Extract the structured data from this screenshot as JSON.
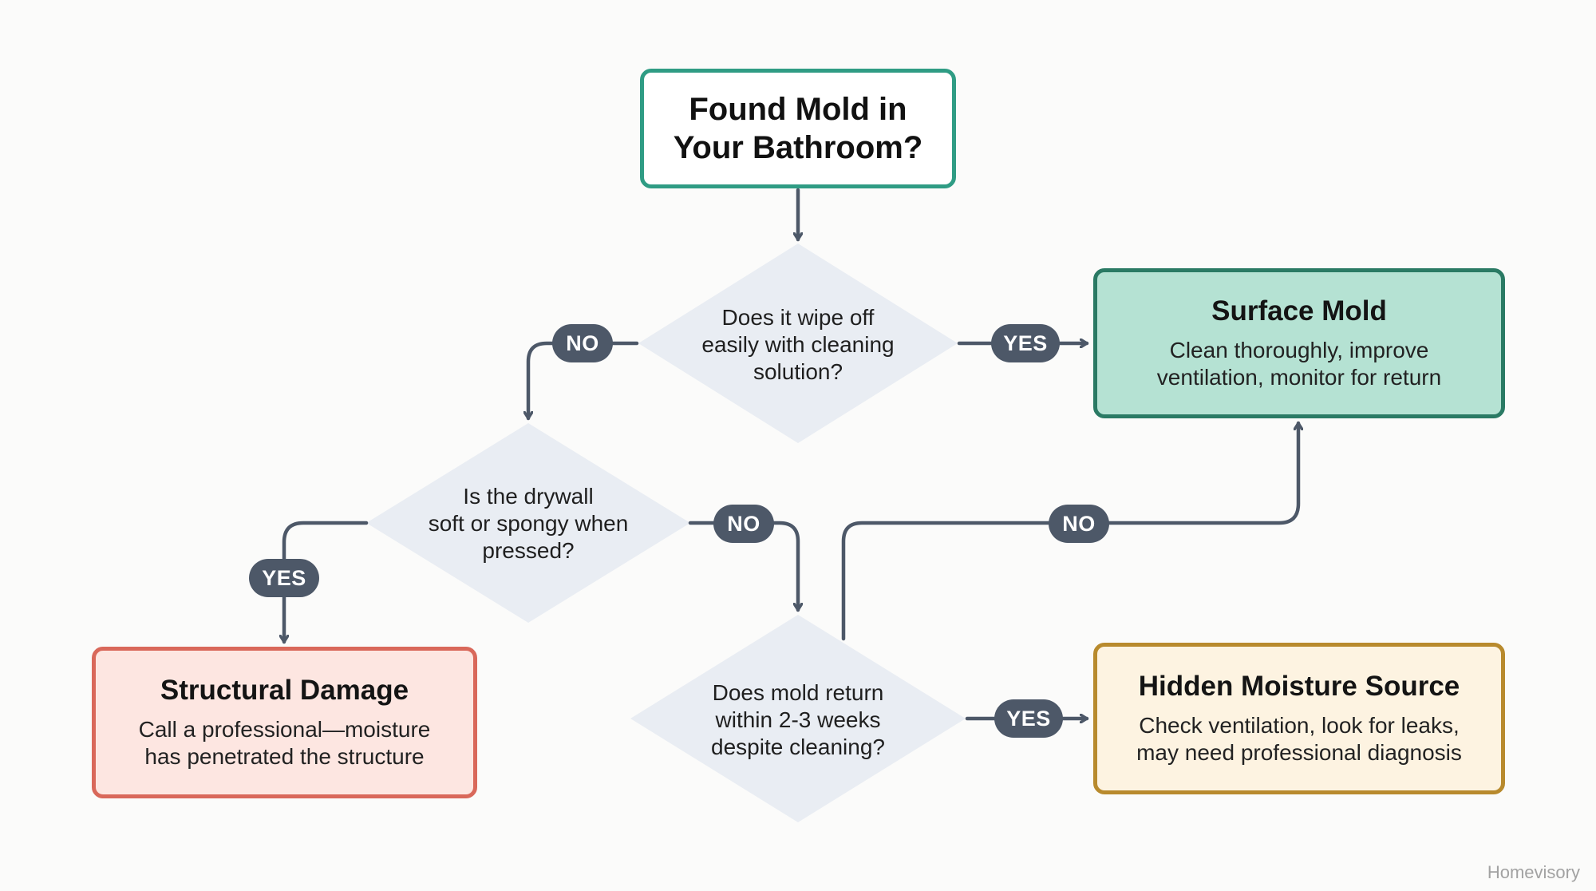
{
  "start": {
    "text": "Found Mold in\nYour Bathroom?"
  },
  "questions": [
    {
      "text": "Does it wipe off\neasily with cleaning\nsolution?"
    },
    {
      "text": "Is the drywall\nsoft or spongy when\npressed?"
    },
    {
      "text": "Does mold return\nwithin 2-3 weeks\ndespite cleaning?"
    }
  ],
  "results": {
    "surface": {
      "title": "Surface Mold",
      "desc": "Clean thoroughly, improve\nventilation, monitor for return"
    },
    "structural": {
      "title": "Structural Damage",
      "desc": "Call a professional—moisture\nhas penetrated the structure"
    },
    "hidden": {
      "title": "Hidden Moisture Source",
      "desc": "Check ventilation, look for leaks,\nmay need professional diagnosis"
    }
  },
  "labels": {
    "yes": "YES",
    "no": "NO"
  },
  "watermark": "Homevisory",
  "colors": {
    "start_border": "#2f9c84",
    "surface_fill": "#b5e2d3",
    "surface_border": "#2a7a64",
    "structural_fill": "#fde6e1",
    "structural_border": "#d9685a",
    "hidden_fill": "#fdf3e1",
    "hidden_border": "#b88a2d",
    "diamond_fill": "#e9edf3",
    "connector": "#4d5868"
  }
}
